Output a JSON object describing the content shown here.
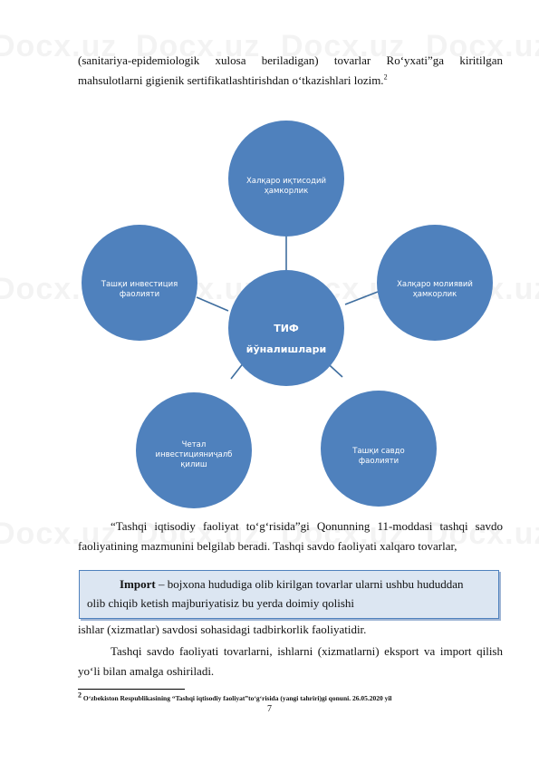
{
  "watermark": "Docx.uz",
  "intro": {
    "text": "(sanitariya-epidemiologik xulosa beriladigan) tovarlar Ro‘yxati”ga kiritilgan mahsulotlarni gigienik sertifikatlashtirishdan o‘tkazishlari lozim.",
    "footnote_ref": "2"
  },
  "diagram": {
    "center": {
      "line1": "ТИФ",
      "line2": "йўналишлари"
    },
    "nodes": [
      {
        "line1": "Халқаро иқтисодий",
        "line2": "ҳамкорлик",
        "line3": ""
      },
      {
        "line1": "Халқаро молиявий",
        "line2": "ҳамкорлик",
        "line3": ""
      },
      {
        "line1": "Ташқи савдо",
        "line2": "фаолияти",
        "line3": ""
      },
      {
        "line1": "Четал",
        "line2": "инвестицияниҷалб",
        "line3": "қилиш"
      },
      {
        "line1": "Ташқи инвестиция",
        "line2": "фаолияти",
        "line3": ""
      }
    ],
    "colors": {
      "fill": "#4f81bd",
      "line": "#3f6e9f"
    }
  },
  "paragraph2": {
    "text": "“Tashqi iqtisodiy faoliyat to‘g‘risida”gi Qonunning 11-moddasi tashqi savdo faoliyatining mazmunini belgilab beradi. Tashqi savdo faoliyati xalqaro tovarlar,"
  },
  "callout": {
    "term": "Import",
    "line1_rest": " – bojxona hududiga olib kirilgan tovarlar ularni ushbu hududdan",
    "line2": "olib chiqib ketish majburiyatisiz bu yerda doimiy qolishi"
  },
  "paragraph3": {
    "text": "ishlar (xizmatlar) savdosi sohasidagi tadbirkorlik faoliyatidir."
  },
  "paragraph4": {
    "text": "Tashqi savdo faoliyati tovarlarni, ishlarni (xizmatlarni) eksport va import qilish yo‘li bilan amalga oshiriladi."
  },
  "footnote": {
    "number": "2",
    "text": " O‘zbekiston Respublikasining “Tashqi iqtisodiy faoliyat”to‘g‘risida (yangi tahriri)gi qonuni. 26.05.2020 yil"
  },
  "page_number": "7"
}
